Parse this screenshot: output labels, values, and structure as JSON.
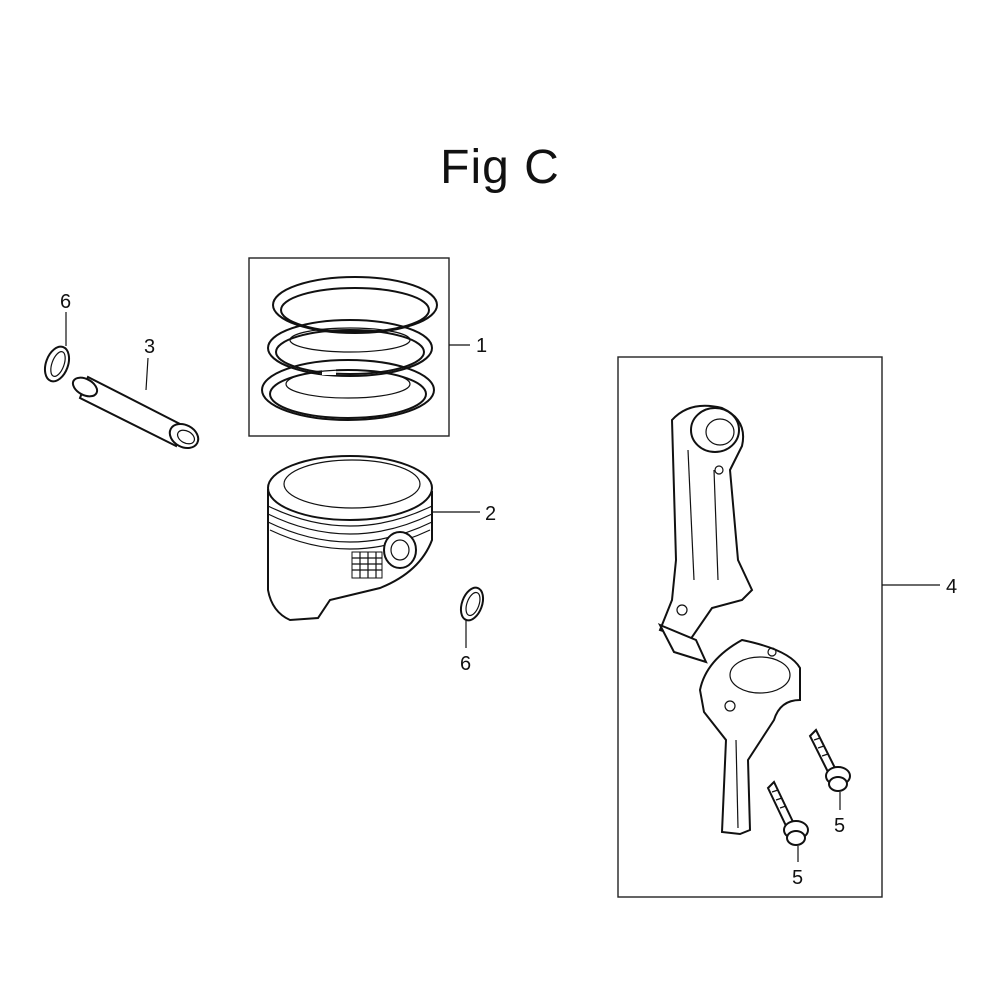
{
  "figure": {
    "title": "Fig C"
  },
  "callouts": [
    {
      "id": "piston-ring-set",
      "label": "1"
    },
    {
      "id": "piston",
      "label": "2"
    },
    {
      "id": "piston-pin",
      "label": "3"
    },
    {
      "id": "connecting-rod-assembly",
      "label": "4"
    },
    {
      "id": "bolt-upper",
      "label": "5"
    },
    {
      "id": "bolt-lower",
      "label": "5"
    },
    {
      "id": "pin-clip-left",
      "label": "6"
    },
    {
      "id": "pin-clip-right",
      "label": "6"
    }
  ]
}
